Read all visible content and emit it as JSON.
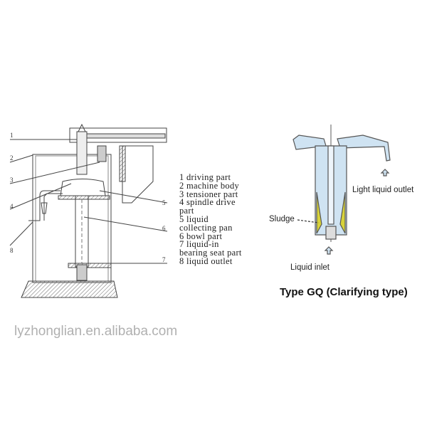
{
  "left_diagram": {
    "callout_numbers": [
      "1",
      "2",
      "3",
      "4",
      "5",
      "6",
      "7",
      "8"
    ],
    "legend": [
      "1 driving part",
      "2 machine body",
      "3 tensioner part",
      "4 spindle drive",
      "part",
      "5 liquid",
      "collecting pan",
      "6 bowl part",
      "7 liquid-in",
      "bearing seat part",
      "8 liquid outlet"
    ],
    "watermark": "lyzhonglian.en.alibaba.com"
  },
  "right_diagram": {
    "labels": {
      "light_liquid_outlet": "Light liquid outlet",
      "sludge": "Sludge",
      "liquid_inlet": "Liquid inlet"
    },
    "title": "Type GQ (Clarifying type)",
    "colors": {
      "liquid": "#cfe3f2",
      "sludge": "#d8d23a",
      "outline": "#555555"
    }
  }
}
